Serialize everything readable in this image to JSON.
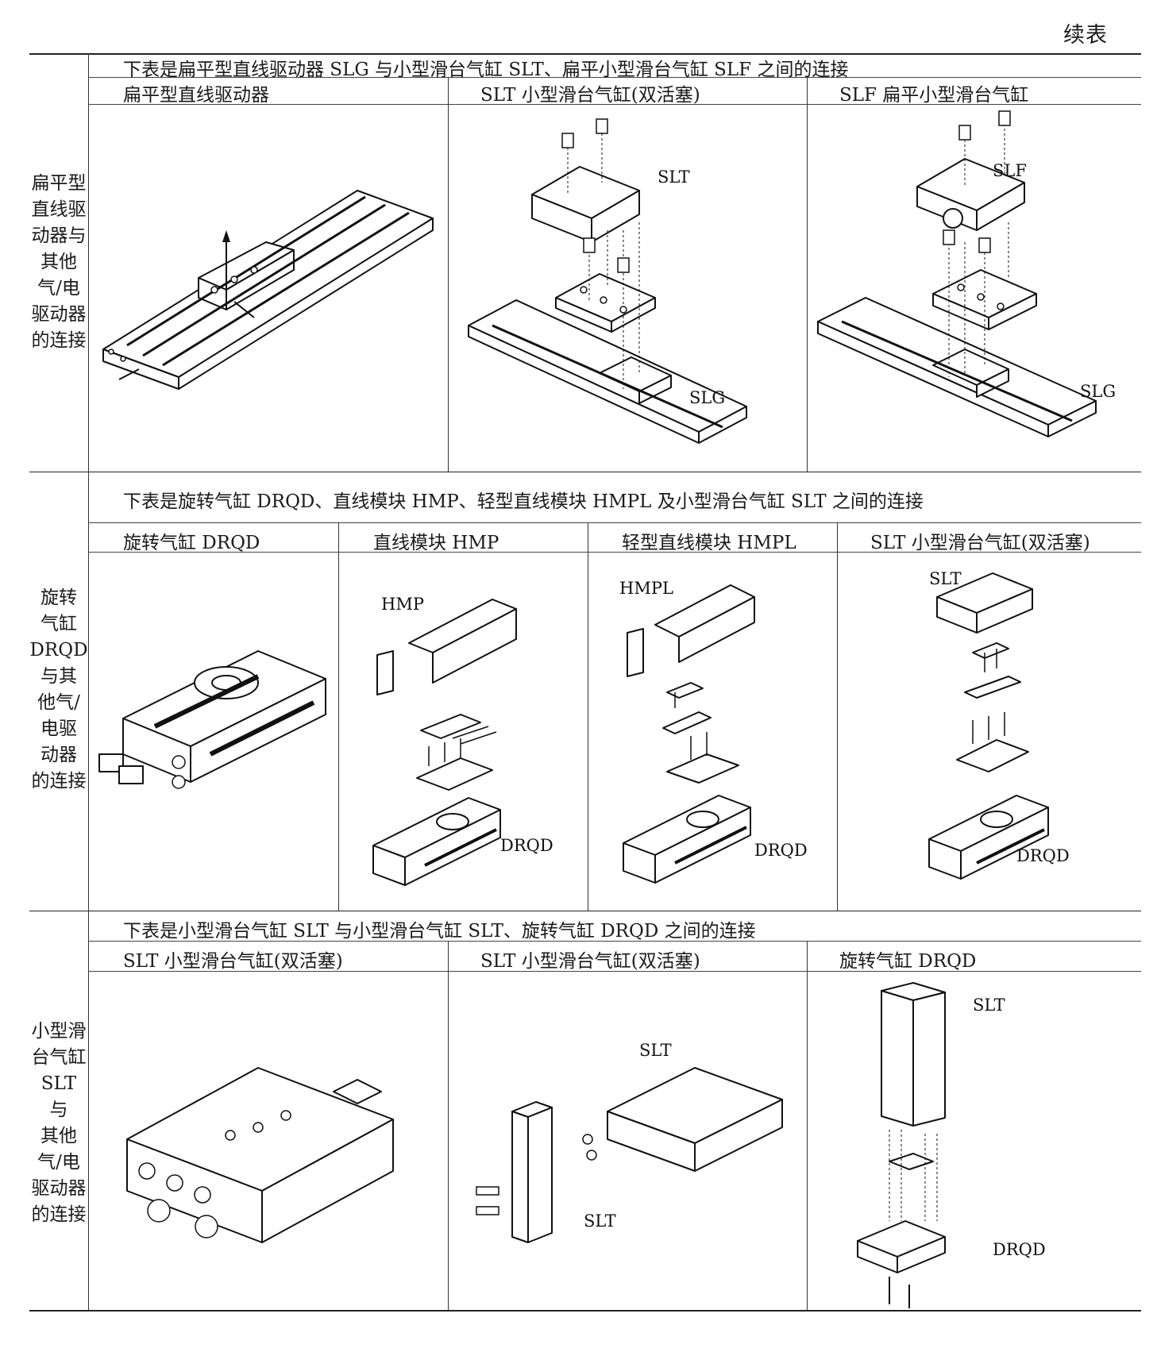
{
  "page": {
    "continued_label": "续表"
  },
  "sections": [
    {
      "row_label": [
        "扁平型",
        "直线驱",
        "动器与",
        "其他",
        "气/电",
        "驱动器",
        "的连接"
      ],
      "title": "下表是扁平型直线驱动器 SLG 与小型滑台气缸 SLT、扁平小型滑台气缸 SLF 之间的连接",
      "columns": [
        "扁平型直线驱动器",
        "SLT 小型滑台气缸(双活塞)",
        "SLF 扁平小型滑台气缸"
      ],
      "callouts": {
        "slt": "SLT",
        "slg_a": "SLG",
        "slf": "SLF",
        "slg_b": "SLG"
      }
    },
    {
      "row_label": [
        "旋转",
        "气缸",
        "DRQD",
        "与其",
        "他气/",
        "电驱",
        "动器",
        "的连接"
      ],
      "title": "下表是旋转气缸 DRQD、直线模块 HMP、轻型直线模块 HMPL 及小型滑台气缸 SLT 之间的连接",
      "columns": [
        "旋转气缸 DRQD",
        "直线模块 HMP",
        "轻型直线模块 HMPL",
        "SLT 小型滑台气缸(双活塞)"
      ],
      "callouts": {
        "hmp": "HMP",
        "drqd_a": "DRQD",
        "hmpl": "HMPL",
        "drqd_b": "DRQD",
        "slt": "SLT",
        "drqd_c": "DRQD"
      }
    },
    {
      "row_label": [
        "小型滑",
        "台气缸",
        "SLT 与",
        "其他",
        "气/电",
        "驱动器",
        "的连接"
      ],
      "title": "下表是小型滑台气缸 SLT 与小型滑台气缸 SLT、旋转气缸 DRQD 之间的连接",
      "columns": [
        "SLT 小型滑台气缸(双活塞)",
        "SLT 小型滑台气缸(双活塞)",
        "旋转气缸 DRQD"
      ],
      "callouts": {
        "slt_top": "SLT",
        "slt_bottom": "SLT",
        "slt_right": "SLT",
        "drqd": "DRQD"
      }
    }
  ]
}
